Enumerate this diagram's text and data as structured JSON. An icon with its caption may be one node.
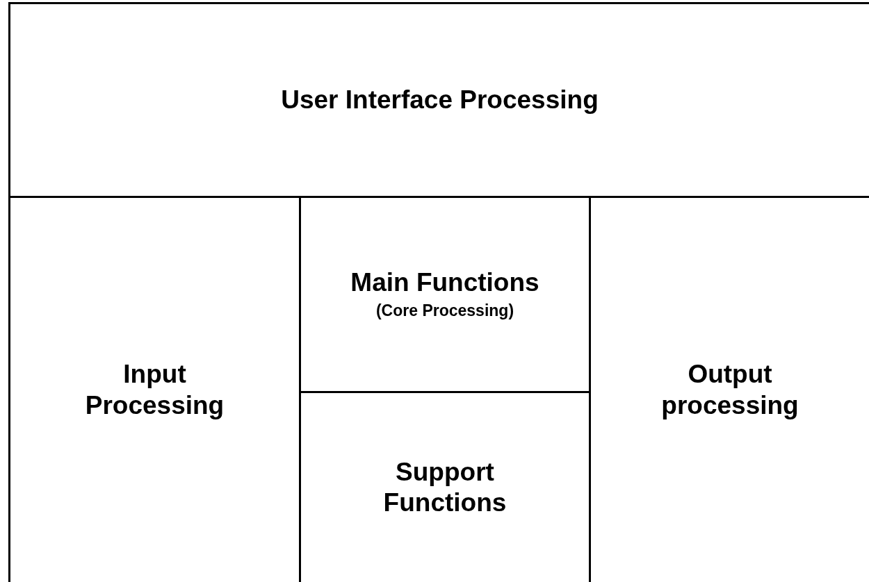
{
  "diagram": {
    "nodes": [
      {
        "text": [
          "User Interface Processing"
        ]
      },
      {
        "text": [
          "Input Processing"
        ]
      },
      {
        "text": [
          "Main Functions",
          "(Core Processing)"
        ]
      },
      {
        "text": [
          "Support Functions"
        ]
      },
      {
        "text": [
          "Output processing"
        ]
      }
    ]
  }
}
